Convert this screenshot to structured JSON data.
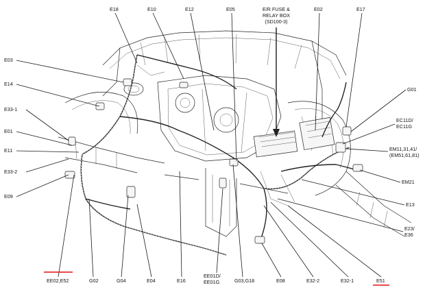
{
  "diagram": {
    "top_labels": {
      "e18": "E18",
      "e10": "E10",
      "e12": "E12",
      "e05": "E05",
      "fuse_box_line1": "E/R FUSE &",
      "fuse_box_line2": "RELAY BOX",
      "fuse_box_line3": "(SD100-3)",
      "e02": "E02",
      "e17": "E17"
    },
    "left_labels": {
      "e03": "E03",
      "e14": "E14",
      "e33_1": "E33-1",
      "e01": "E01",
      "e11": "E11",
      "e33_2": "E33-2",
      "e09": "E09"
    },
    "right_labels": {
      "g01": "G01",
      "ec11d": "EC11D/",
      "ec11g": "EC11G",
      "em11": "EM11,31,41/",
      "em51": "(EM51,61,81)",
      "em21": "EM21",
      "e13": "E13",
      "e23": "E23/",
      "e36": "E36"
    },
    "bottom_labels": {
      "ee02": "EE02,E52",
      "g02": "G02",
      "g04": "G04",
      "e04": "E04",
      "e16": "E16",
      "ee01d": "EE01D/",
      "ee01g": "EE01G",
      "g03": "G03,G18",
      "e08": "E08",
      "e32_2": "E32-2",
      "e32_1": "E32-1",
      "e51": "E51"
    },
    "highlight_color": "#e01010"
  }
}
